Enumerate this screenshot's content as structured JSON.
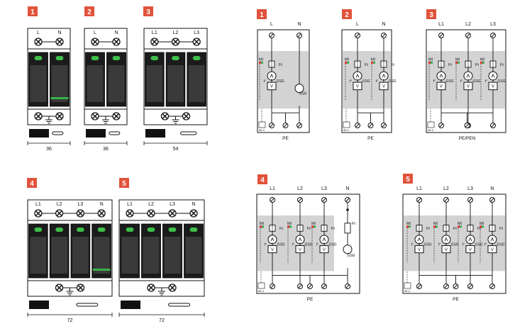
{
  "colors": {
    "badge": "#e0533a",
    "led": "#3fbf4a",
    "indicator": "#36b24a",
    "module_dark": "#1b1b1b",
    "shade": "#d3d3d3",
    "mi_red": "#e52e2e",
    "mi_green": "#2ea84a"
  },
  "labels": {
    "mi": "MI",
    "ft": "Ft",
    "gsg": "GSG",
    "t": "t°",
    "v": "V",
    "contacts": "56 4"
  },
  "devices": [
    {
      "badge": "1",
      "terminals": [
        "L",
        "N"
      ],
      "width": "36",
      "indicator_module": 1
    },
    {
      "badge": "2",
      "terminals": [
        "L",
        "N"
      ],
      "width": "36"
    },
    {
      "badge": "3",
      "terminals": [
        "L1",
        "L2",
        "L3"
      ],
      "width": "54"
    },
    {
      "badge": "4",
      "terminals": [
        "L1",
        "L2",
        "L3",
        "N"
      ],
      "width": "72",
      "indicator_module": 3
    },
    {
      "badge": "5",
      "terminals": [
        "L1",
        "L2",
        "L3",
        "N"
      ],
      "width": "72"
    }
  ],
  "schematics": [
    {
      "badge": "1",
      "terminals": [
        "L",
        "N"
      ],
      "ground": "PE"
    },
    {
      "badge": "2",
      "terminals": [
        "L",
        "N"
      ],
      "ground": "PE"
    },
    {
      "badge": "3",
      "terminals": [
        "L1",
        "L2",
        "L3"
      ],
      "ground": "PE/PEN"
    },
    {
      "badge": "4",
      "terminals": [
        "L1",
        "L2",
        "L3",
        "N"
      ],
      "ground": "PE"
    },
    {
      "badge": "5",
      "terminals": [
        "L1",
        "L2",
        "L3",
        "N"
      ],
      "ground": "PE"
    }
  ]
}
